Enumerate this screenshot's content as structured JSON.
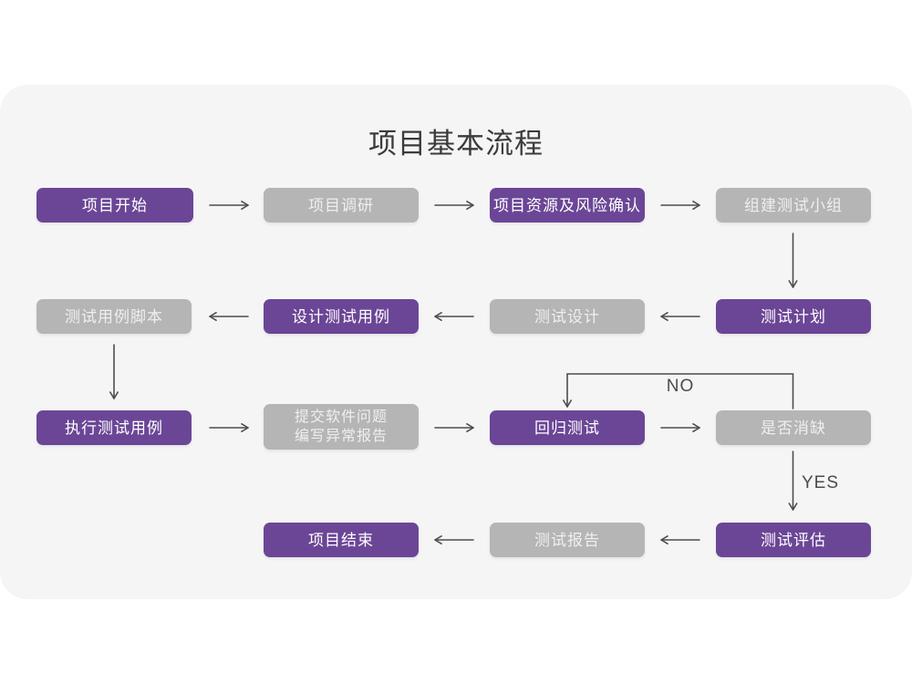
{
  "page": {
    "title": "项目基本流程"
  },
  "colors": {
    "primary_node": "#6B4696",
    "muted_node": "#B5B5B5",
    "card_background": "#F5F5F6",
    "page_background": "#FFFFFF",
    "arrow": "#4D4D4D",
    "title_text": "#3B3B3B",
    "node_text": "#FFFFFF"
  },
  "flowchart": {
    "nodes": [
      {
        "id": "start",
        "label": "项目开始",
        "style": "primary"
      },
      {
        "id": "research",
        "label": "项目调研",
        "style": "muted"
      },
      {
        "id": "resources-risk",
        "label": "项目资源及风险确认",
        "style": "primary"
      },
      {
        "id": "build-team",
        "label": "组建测试小组",
        "style": "muted"
      },
      {
        "id": "case-scripts",
        "label": "测试用例脚本",
        "style": "muted"
      },
      {
        "id": "design-cases",
        "label": "设计测试用例",
        "style": "primary"
      },
      {
        "id": "test-design",
        "label": "测试设计",
        "style": "muted"
      },
      {
        "id": "test-plan",
        "label": "测试计划",
        "style": "primary"
      },
      {
        "id": "execute-cases",
        "label": "执行测试用例",
        "style": "primary"
      },
      {
        "id": "submit-report",
        "label": "提交软件问题\n编写异常报告",
        "style": "muted"
      },
      {
        "id": "regression",
        "label": "回归测试",
        "style": "primary"
      },
      {
        "id": "defect-check",
        "label": "是否消缺",
        "style": "muted"
      },
      {
        "id": "end",
        "label": "项目结束",
        "style": "primary"
      },
      {
        "id": "test-report",
        "label": "测试报告",
        "style": "muted"
      },
      {
        "id": "evaluation",
        "label": "测试评估",
        "style": "primary"
      }
    ],
    "edges": [
      {
        "from": "start",
        "to": "research"
      },
      {
        "from": "research",
        "to": "resources-risk"
      },
      {
        "from": "resources-risk",
        "to": "build-team"
      },
      {
        "from": "build-team",
        "to": "test-plan"
      },
      {
        "from": "test-plan",
        "to": "test-design"
      },
      {
        "from": "test-design",
        "to": "design-cases"
      },
      {
        "from": "design-cases",
        "to": "case-scripts"
      },
      {
        "from": "case-scripts",
        "to": "execute-cases"
      },
      {
        "from": "execute-cases",
        "to": "submit-report"
      },
      {
        "from": "submit-report",
        "to": "regression"
      },
      {
        "from": "regression",
        "to": "defect-check"
      },
      {
        "from": "defect-check",
        "to": "regression",
        "label": "NO"
      },
      {
        "from": "defect-check",
        "to": "evaluation",
        "label": "YES"
      },
      {
        "from": "evaluation",
        "to": "test-report"
      },
      {
        "from": "test-report",
        "to": "end"
      }
    ]
  }
}
